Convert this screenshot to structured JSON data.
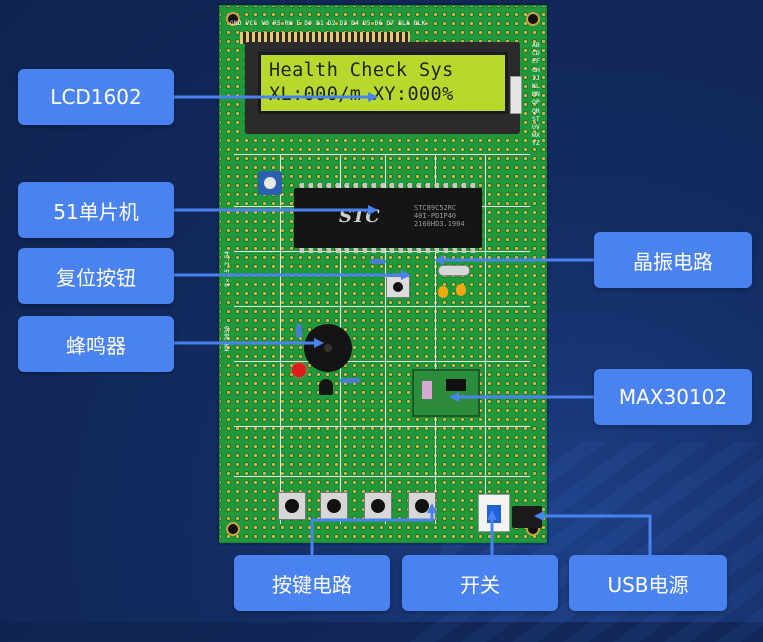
{
  "board": {
    "lcd_line1": "Health Check Sys",
    "lcd_line2": "XL:000/m XY:000%",
    "mcu_logo": "STC",
    "mcu_marking": "STC89C52RC\n40I-PDIP40\n2160HD3.1904",
    "silk_top": "GND VCC V0 RS RW E D0 D1 D2 D3 D4 D5 D6 D7 BLA BLK",
    "silk_right_letters": "ABCDEFGHIJKLMNOPQRSTUVWXYZ",
    "silk_left_1": "9×15 2.54",
    "silk_left_2": "KM 3030"
  },
  "callouts": {
    "lcd": "LCD1602",
    "mcu": "51单片机",
    "reset": "复位按钮",
    "buzzer": "蜂鸣器",
    "crystal": "晶振电路",
    "sensor": "MAX30102",
    "keys": "按键电路",
    "switch": "开关",
    "usb": "USB电源"
  },
  "colors": {
    "callout_bg": "#4a82f0",
    "leader_line": "#4a82f0",
    "pcb_green": "#21993a",
    "lcd_green": "#b7d92d"
  }
}
